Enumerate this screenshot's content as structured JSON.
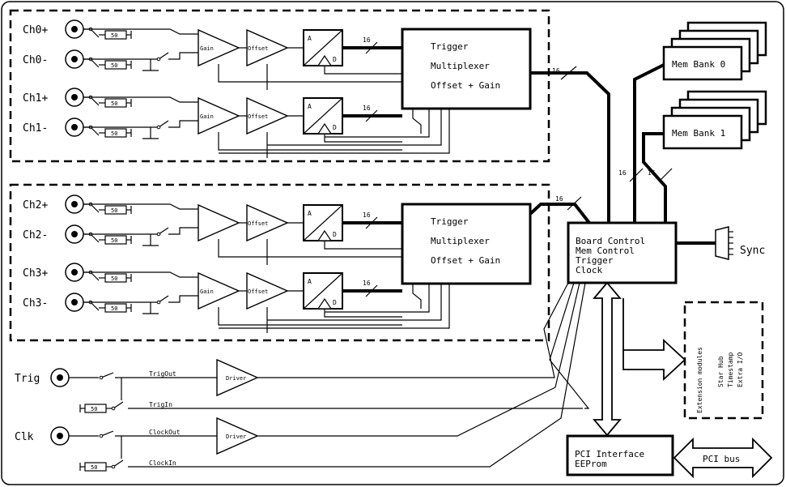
{
  "channels": {
    "inputs": [
      "Ch0+",
      "Ch0-",
      "Ch1+",
      "Ch1-",
      "Ch2+",
      "Ch2-",
      "Ch3+",
      "Ch3-"
    ],
    "resistor": "50",
    "gain": "Gain",
    "offset": "Offset",
    "adc_a": "A",
    "adc_d": "D",
    "bus16": "16"
  },
  "trigger_block": {
    "line1": "Trigger",
    "line2": "Multiplexer",
    "line3": "Offset + Gain"
  },
  "mem_banks": [
    "Mem Bank 0",
    "Mem Bank 1"
  ],
  "board_control": [
    "Board Control",
    "Mem Control",
    "Trigger",
    "Clock"
  ],
  "sync": "Sync",
  "extension": {
    "line1": "Extension modules",
    "line2": "Star Hub",
    "line3": "Timestamp",
    "line4": "Extra I/O"
  },
  "pci": {
    "line1": "PCI Interface",
    "line2": "EEProm",
    "bus": "PCI bus"
  },
  "io": {
    "trig": "Trig",
    "clk": "Clk",
    "trig_out": "TrigOut",
    "trig_in": "TrigIn",
    "clock_out": "ClockOut",
    "clock_in": "ClockIn",
    "driver": "Driver",
    "resistor": "50"
  },
  "colors": {
    "line": "#000000",
    "background": "#ffffff"
  }
}
